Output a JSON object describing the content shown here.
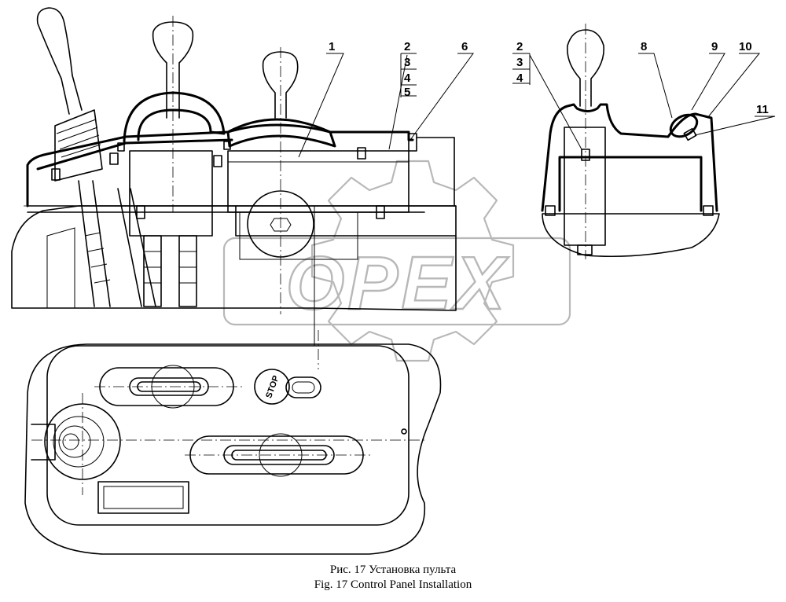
{
  "caption": {
    "ru": "Рис. 17 Установка пульта",
    "en": "Fig. 17 Control Panel Installation"
  },
  "watermark": {
    "text": "OPEX",
    "color": "#b8b8b8"
  },
  "stop_label": "STOP",
  "callouts": {
    "left_view": [
      "1",
      "2",
      "3",
      "4",
      "5",
      "6"
    ],
    "right_view": [
      "2",
      "3",
      "4",
      "8",
      "9",
      "10",
      "11"
    ]
  }
}
